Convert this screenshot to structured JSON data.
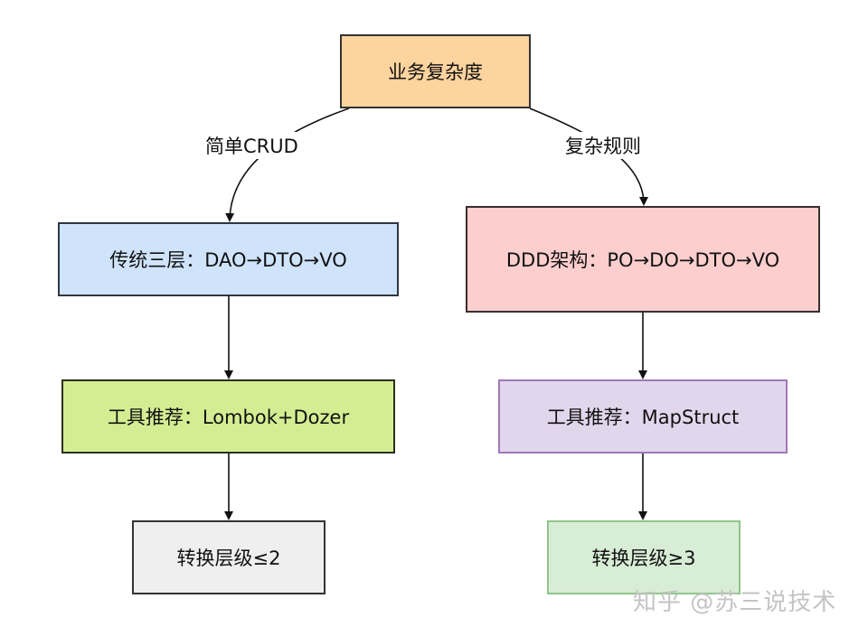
{
  "nodes": {
    "root": "业务复杂度",
    "left1": "传统三层：DAO→DTO→VO",
    "right1": "DDD架构：PO→DO→DTO→VO",
    "left2": "工具推荐：Lombok+Dozer",
    "right2": "工具推荐：MapStruct",
    "left3": "转换层级≤2",
    "right3": "转换层级≥3"
  },
  "edge_labels": {
    "left": "简单CRUD",
    "right": "复杂规则"
  },
  "watermark": "知乎 @苏三说技术",
  "colors": {
    "root": "#fdd39e",
    "left1": "#cfe4fb",
    "right1": "#fccece",
    "left2": "#d4ed93",
    "right2": "#e2d6ec",
    "left3": "#efefef",
    "right3": "#d8edd6"
  }
}
